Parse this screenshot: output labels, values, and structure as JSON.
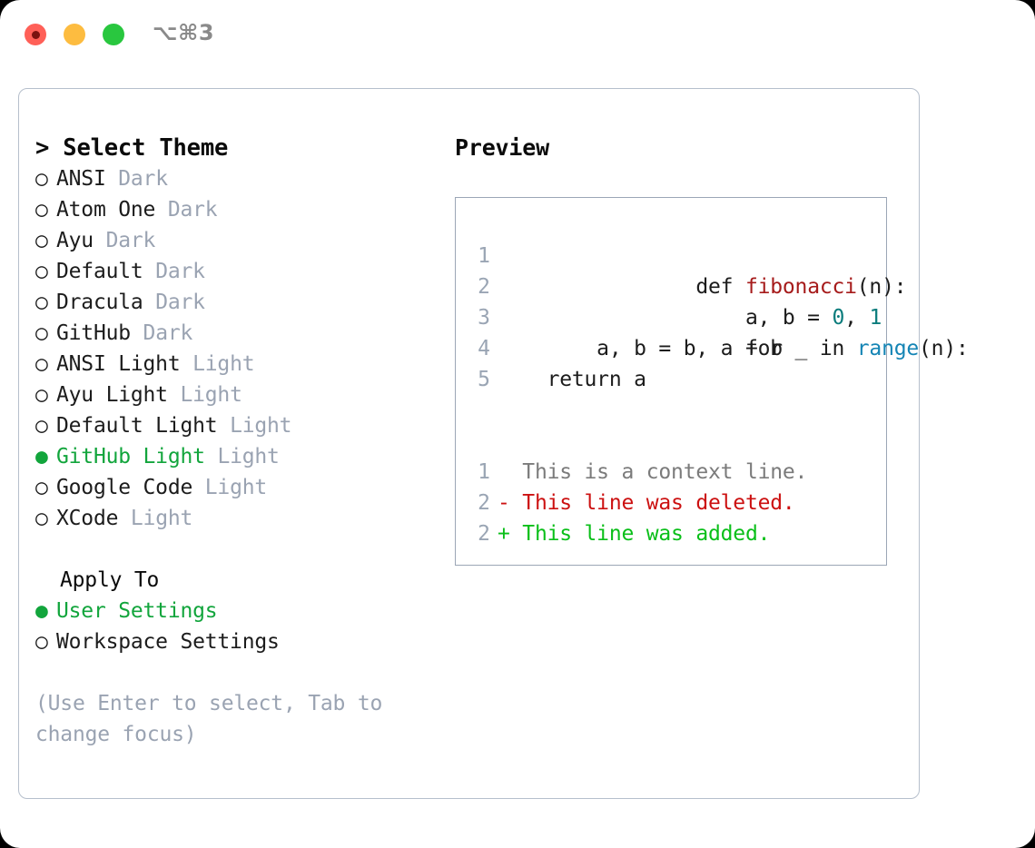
{
  "window": {
    "shortcut": "⌥⌘3",
    "traffic_lights": [
      {
        "name": "close",
        "color": "#FF6058"
      },
      {
        "name": "minimize",
        "color": "#FDBC40"
      },
      {
        "name": "maximize",
        "color": "#29C73F"
      }
    ]
  },
  "theme_picker": {
    "title": "> Select Theme",
    "prompt_marker": ">",
    "radio_unselected": "○",
    "radio_selected": "●",
    "items": [
      {
        "name": "ANSI",
        "kind": "Dark",
        "selected": false
      },
      {
        "name": "Atom One",
        "kind": "Dark",
        "selected": false
      },
      {
        "name": "Ayu",
        "kind": "Dark",
        "selected": false
      },
      {
        "name": "Default",
        "kind": "Dark",
        "selected": false
      },
      {
        "name": "Dracula",
        "kind": "Dark",
        "selected": false
      },
      {
        "name": "GitHub",
        "kind": "Dark",
        "selected": false
      },
      {
        "name": "ANSI Light",
        "kind": "Light",
        "selected": false
      },
      {
        "name": "Ayu Light",
        "kind": "Light",
        "selected": false
      },
      {
        "name": "Default Light",
        "kind": "Light",
        "selected": false
      },
      {
        "name": "GitHub Light",
        "kind": "Light",
        "selected": true
      },
      {
        "name": "Google Code",
        "kind": "Light",
        "selected": false
      },
      {
        "name": "XCode",
        "kind": "Light",
        "selected": false
      }
    ]
  },
  "apply_to": {
    "title": "Apply To",
    "options": [
      {
        "label": "User Settings",
        "selected": true
      },
      {
        "label": "Workspace Settings",
        "selected": false
      }
    ]
  },
  "hint": "(Use Enter to select, Tab to change focus)",
  "preview": {
    "title": "Preview",
    "code_lines": [
      {
        "number": "1",
        "tokens": [
          {
            "text": "def ",
            "type": "plain"
          },
          {
            "text": "fibonacci",
            "type": "fn"
          },
          {
            "text": "(n):",
            "type": "plain"
          }
        ]
      },
      {
        "number": "2",
        "tokens": [
          {
            "text": "    a, b = ",
            "type": "plain"
          },
          {
            "text": "0",
            "type": "num"
          },
          {
            "text": ", ",
            "type": "plain"
          },
          {
            "text": "1",
            "type": "num"
          }
        ]
      },
      {
        "number": "3",
        "tokens": [
          {
            "text": "    for _ in ",
            "type": "plain"
          },
          {
            "text": "range",
            "type": "call"
          },
          {
            "text": "(n):",
            "type": "plain"
          }
        ]
      },
      {
        "number": "4",
        "tokens": [
          {
            "text": "        a, b = b, a + b",
            "type": "plain"
          }
        ]
      },
      {
        "number": "5",
        "tokens": [
          {
            "text": "    return a",
            "type": "plain"
          }
        ]
      }
    ],
    "diff_lines": [
      {
        "number": "1",
        "marker": " ",
        "text": "  This is a context line.",
        "type": "context"
      },
      {
        "number": "2",
        "marker": " ",
        "text": "- This line was deleted.",
        "type": "deleted"
      },
      {
        "number": "2",
        "marker": " ",
        "text": "+ This line was added.",
        "type": "added"
      }
    ]
  },
  "colors": {
    "accent_green": "#12A53C",
    "muted": "#9aa3b2",
    "border": "#b6bfcc",
    "preview_border": "#9ba6b6",
    "syntax_function": "#A61B1B",
    "syntax_number": "#0b7c7c",
    "syntax_call": "#1585b5",
    "diff_context": "#7b7b7b",
    "diff_deleted": "#CC1111",
    "diff_added": "#0ABF19"
  }
}
